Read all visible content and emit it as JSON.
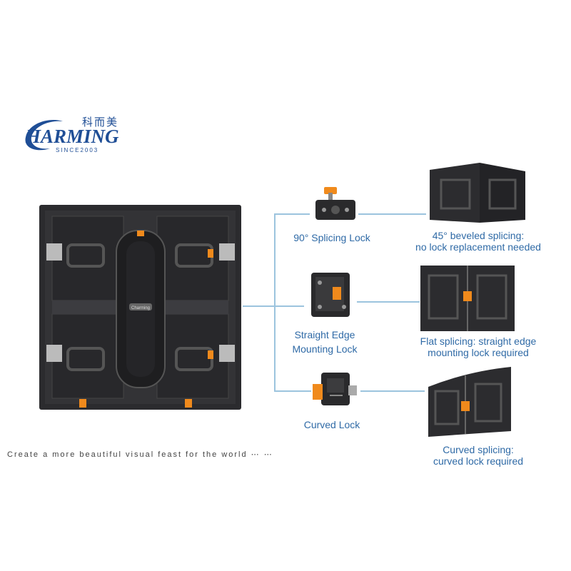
{
  "brand": {
    "chinese": "科而美",
    "name": "HARMING",
    "initial": "C",
    "since": "SINCE2003"
  },
  "locks": [
    {
      "label": "90° Splicing Lock"
    },
    {
      "label_line1": "Straight Edge",
      "label_line2": "Mounting Lock"
    },
    {
      "label": "Curved Lock"
    }
  ],
  "splicing": [
    {
      "line1": "45° beveled splicing:",
      "line2": "no lock replacement needed"
    },
    {
      "line1": "Flat splicing: straight edge",
      "line2": "mounting lock required"
    },
    {
      "line1": "Curved splicing:",
      "line2": "curved lock required"
    }
  ],
  "panel_badge": "Charming",
  "tagline": "Create a more beautiful visual feast for the world ⋯ ⋯",
  "colors": {
    "brand_blue": "#1f4e96",
    "label_blue": "#2f6aa6",
    "line": "#9cc4de",
    "panel_dark": "#2b2b2e",
    "accent_orange": "#f08a1c"
  }
}
